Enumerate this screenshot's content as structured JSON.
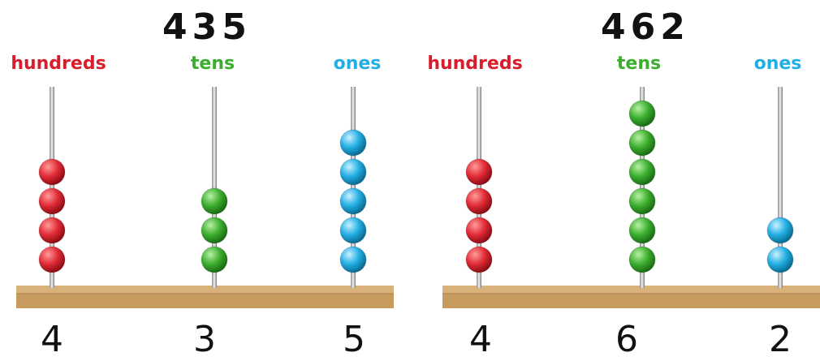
{
  "abaci": [
    {
      "number": "435",
      "columns": [
        {
          "label": "hundreds",
          "digit": "4",
          "beads": 4,
          "color": "red"
        },
        {
          "label": "tens",
          "digit": "3",
          "beads": 3,
          "color": "green"
        },
        {
          "label": "ones",
          "digit": "5",
          "beads": 5,
          "color": "blue"
        }
      ]
    },
    {
      "number": "462",
      "columns": [
        {
          "label": "hundreds",
          "digit": "4",
          "beads": 4,
          "color": "red"
        },
        {
          "label": "tens",
          "digit": "6",
          "beads": 6,
          "color": "green"
        },
        {
          "label": "ones",
          "digit": "2",
          "beads": 2,
          "color": "blue"
        }
      ]
    }
  ],
  "colors": {
    "red": "#d81e2c",
    "green": "#3cae2e",
    "blue": "#22aee3",
    "wood": "#c79a5d",
    "wood_top": "#d8b27a"
  }
}
